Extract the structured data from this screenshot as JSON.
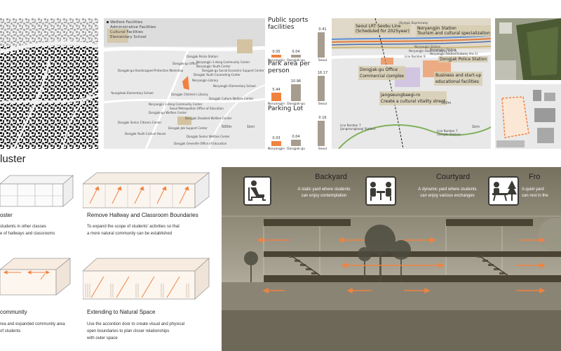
{
  "map2": {
    "legend": [
      "Welfare Facilities",
      "Administrative Facilities",
      "Cultural Facilities",
      "Elementary School"
    ],
    "labels": [
      "Dongjak Police Station",
      "Noryangjin 1-dong Community Center",
      "Dongjak-gu Office",
      "Dongjak-gu Handicapped Protection Workshop",
      "Noryangjin Youth Center",
      "Dongjak-gu Social Economic Support Center",
      "Dongjak Youth Counseling Center",
      "Noryangjin Library",
      "Noryangjin Elementary School",
      "Youngdeok Elementary School",
      "Dongjak Children's Library",
      "Dongjak Culture Welfare Center",
      "Noryangjin 2-dong Community Center",
      "Seoul Metropolitan Office of Education",
      "Dongjak-gu Welfare Center",
      "Dongjak Disabled Welfare Center",
      "Dongjak Senior Citizens Center",
      "Dongjak Job Support Center",
      "Dongjak Youth Culture House",
      "Dongjak Greenlife Office of Education",
      "Dongjak Senior Welfare Center"
    ],
    "scale_500": "500m",
    "scale_1k": "1km"
  },
  "stats": {
    "charts": [
      {
        "title": "Public sports facilities",
        "categories": [
          "Noryangjin",
          "Dongjak-gu",
          "Seoul"
        ],
        "values": [
          0.05,
          0.04,
          0.41
        ],
        "value_labels": [
          "0.05",
          "0.04",
          "0.41"
        ]
      },
      {
        "title": "Park area per person",
        "categories": [
          "Noryangjin",
          "Dongjak-gu",
          "Seoul"
        ],
        "values": [
          5.44,
          10.96,
          16.17
        ],
        "value_labels": [
          "5.44",
          "10.96",
          "16.17"
        ]
      },
      {
        "title": "Parking Lot",
        "categories": [
          "Noryangjin",
          "Dongjak-gu",
          "Seoul"
        ],
        "values": [
          0.03,
          0.04,
          0.16
        ],
        "value_labels": [
          "0.03",
          "0.04",
          "0.16"
        ]
      }
    ]
  },
  "map3": {
    "boxes": [
      "Seoul LRT Seobu Line\n(Scheduled for 2025year)",
      "Noryangjin Station\nTourism and cultural specialization",
      "Dongjak Police Station",
      "Dongjak-gu Office\nCommercial complex",
      "Business and start-up\neducational facilities",
      "Jangseungbaegi-ro\nCreate a cultural vitality street"
    ],
    "labels": [
      "Olympic Expressway",
      "Noryangjin Station",
      "Noryangjin Station(Subway line 9)",
      "Noryangjin Station(Subway line 1)",
      "Line Number 9",
      "Noryangjin Station",
      "Line Number 7\n(Jangseungbaegi Station)",
      "Line Number 7\n(Sangdo Station)"
    ],
    "scale_500": "500m",
    "scale_1k": "1km"
  },
  "cluster": {
    "title_fragment": "luster",
    "items": [
      {
        "heading": "oster",
        "desc": [
          "students in other classes",
          "e of hallways and classrooms"
        ]
      },
      {
        "heading": "Remove Hallway and Classroom Boundaries",
        "desc": [
          "To expand the scope of students' activities so that",
          "a more natural community can be established"
        ]
      },
      {
        "heading": "community",
        "desc": [
          "rea and expanded community area",
          "of students"
        ]
      },
      {
        "heading": "Extending to Natural Space",
        "desc": [
          "Use the accordion door to create visual and physical",
          "open boundaries to plan closer relationships",
          "with outer space"
        ]
      }
    ]
  },
  "yards": [
    {
      "title": "Backyard",
      "desc": [
        "A static yard where students",
        "can enjoy contemplation"
      ],
      "icon": "person-chair-icon"
    },
    {
      "title": "Courtyard",
      "desc": [
        "A dynamic yard where students",
        "can enjoy various exchanges"
      ],
      "icon": "two-people-table-icon"
    },
    {
      "title": "Fro",
      "desc": [
        "A quiet yard",
        "can rest in the"
      ],
      "icon": "picnic-table-tree-icon"
    }
  ],
  "colors": {
    "accent": "#f08240",
    "bar": "#a79d8e",
    "section_bg": "#76705f",
    "label_box": "#d6ccb0"
  }
}
